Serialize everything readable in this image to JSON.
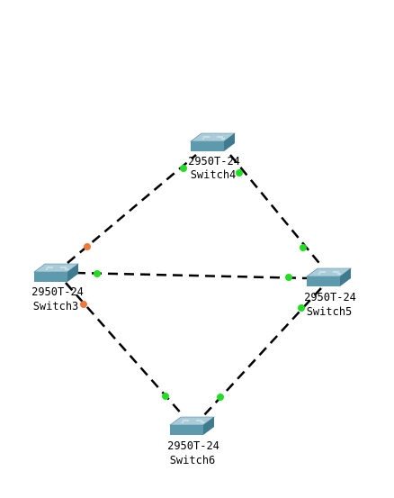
{
  "topology": {
    "devices": [
      {
        "id": "sw4",
        "model": "2950T-24",
        "name": "Switch4"
      },
      {
        "id": "sw3",
        "model": "2950T-24",
        "name": "Switch3"
      },
      {
        "id": "sw5",
        "model": "2950T-24",
        "name": "Switch5"
      },
      {
        "id": "sw6",
        "model": "2950T-24",
        "name": "Switch6"
      }
    ],
    "links": [
      {
        "from": "sw3",
        "to": "sw4",
        "from_port_status": "orange",
        "to_port_status": "green"
      },
      {
        "from": "sw4",
        "to": "sw5",
        "from_port_status": "green",
        "to_port_status": "green"
      },
      {
        "from": "sw3",
        "to": "sw5",
        "from_port_status": "green",
        "to_port_status": "green"
      },
      {
        "from": "sw3",
        "to": "sw6",
        "from_port_status": "orange",
        "to_port_status": "green"
      },
      {
        "from": "sw5",
        "to": "sw6",
        "from_port_status": "green",
        "to_port_status": "green"
      }
    ]
  },
  "colors": {
    "background": "#ffffff",
    "link": "#000000",
    "status_green": "#22dd22",
    "status_orange": "#f07838",
    "switch_top": "#a9ccd8",
    "switch_front": "#5e9aae",
    "switch_side": "#3f7a8e",
    "label": "#000000"
  }
}
